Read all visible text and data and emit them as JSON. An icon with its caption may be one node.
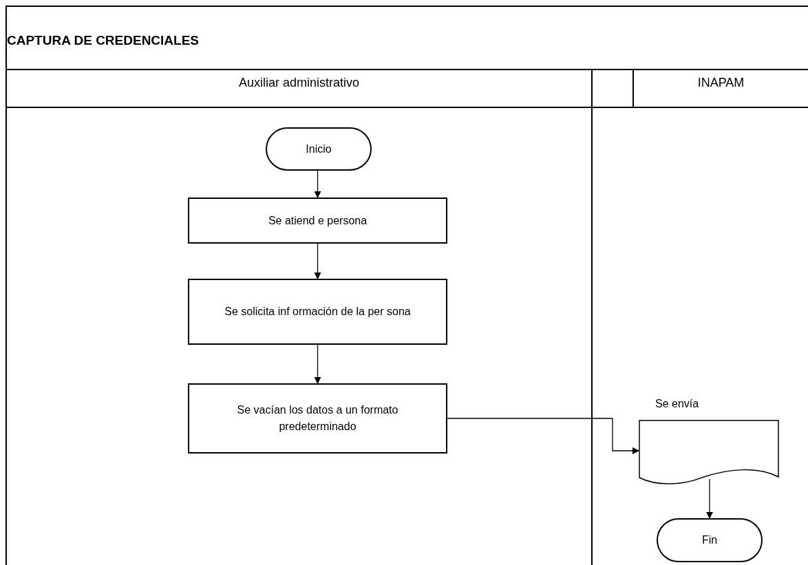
{
  "diagram": {
    "title": "CAPTURA DE CREDENCIALES",
    "nodes": [
      {
        "text": [
          "Inicio"
        ]
      },
      {
        "text": [
          "Se atiend e persona"
        ]
      },
      {
        "text": [
          "Se solicita inf ormación de la per sona"
        ]
      },
      {
        "text": [
          "Se vacían los datos a un formato predeterminado"
        ]
      },
      {
        "text": [
          "Se envía"
        ]
      },
      {
        "text": [
          "Fin"
        ]
      }
    ],
    "edges": [
      {
        "from": 0,
        "to": 1,
        "arrow": "to"
      },
      {
        "from": 1,
        "to": 2,
        "arrow": "to"
      },
      {
        "from": 2,
        "to": 3,
        "arrow": "to"
      },
      {
        "from": 3,
        "to": 4,
        "arrow": "to"
      },
      {
        "from": 4,
        "to": 5,
        "arrow": "to"
      }
    ],
    "labels": [
      "Auxiliar administrativo",
      "INAPAM"
    ]
  }
}
